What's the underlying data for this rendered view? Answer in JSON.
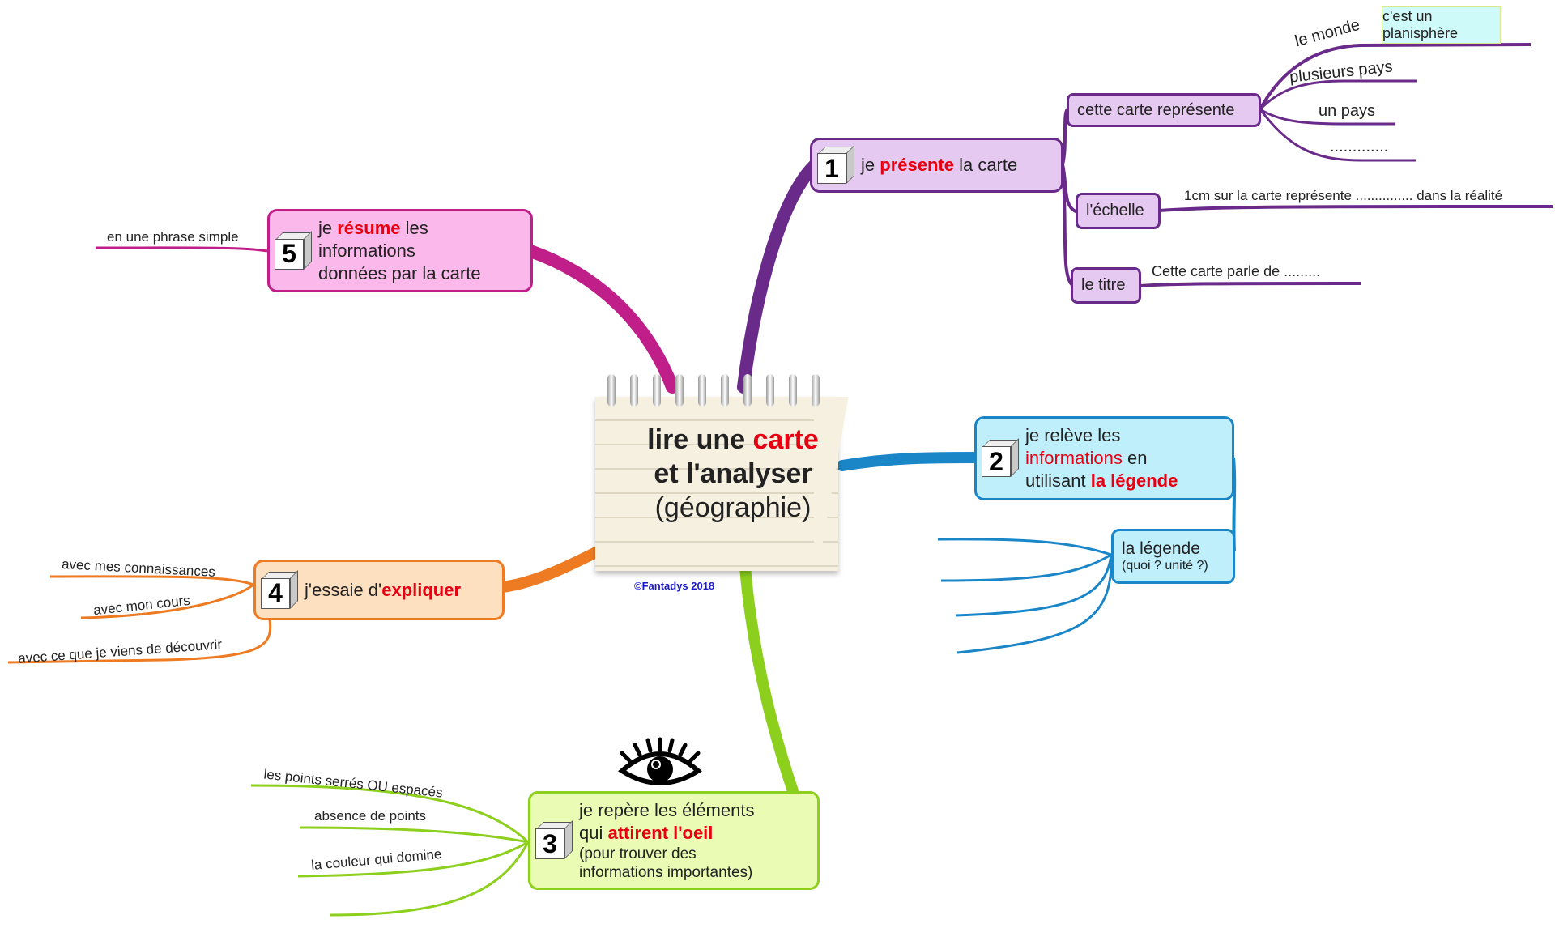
{
  "central": {
    "line1_a": "lire une ",
    "line1_b": "carte",
    "line2": "et l'analyser",
    "line3": "(géographie)",
    "copyright": "©Fantadys 2018"
  },
  "colors": {
    "step1": "#6a2a8a",
    "step2": "#1a86c8",
    "step3": "#8ccf1c",
    "step4": "#ee7a22",
    "step5": "#c01f8a",
    "highlight": "#e60012"
  },
  "step1": {
    "number": "1",
    "text_a": "je ",
    "text_b": "présente",
    "text_c": " la carte",
    "children": {
      "represente": {
        "label": "cette carte représente",
        "options": [
          "le monde",
          "plusieurs pays",
          "un pays",
          "............."
        ],
        "note": "c'est un planisphère"
      },
      "echelle": {
        "label": "l'échelle",
        "detail": "1cm sur la carte représente ............... dans la réalité"
      },
      "titre": {
        "label": "le titre",
        "detail": "Cette carte parle de ........."
      }
    }
  },
  "step2": {
    "number": "2",
    "text_a": "je relève les",
    "text_b": "informations",
    "text_c": " en",
    "text_d": "utilisant ",
    "text_e": "la légende",
    "child": {
      "label": "la légende",
      "sublabel": "(quoi ? unité ?)"
    }
  },
  "step3": {
    "number": "3",
    "text_a": "je repère les éléments",
    "text_b": "qui ",
    "text_c": "attirent l'oeil",
    "text_d": "(pour trouver des",
    "text_e": "informations importantes)",
    "icon": "eye-icon",
    "children": [
      "les points serrés OU espacés",
      "absence de points",
      "la couleur qui domine",
      ""
    ]
  },
  "step4": {
    "number": "4",
    "text_a": "j'essaie d'",
    "text_b": "expliquer",
    "children": [
      "avec mes connaissances",
      "avec mon cours",
      "avec ce que je viens de découvrir"
    ]
  },
  "step5": {
    "number": "5",
    "text_a": "je ",
    "text_b": "résume",
    "text_c": " les",
    "text_d": "informations",
    "text_e": "données par la carte",
    "children": [
      "en une phrase simple"
    ]
  }
}
